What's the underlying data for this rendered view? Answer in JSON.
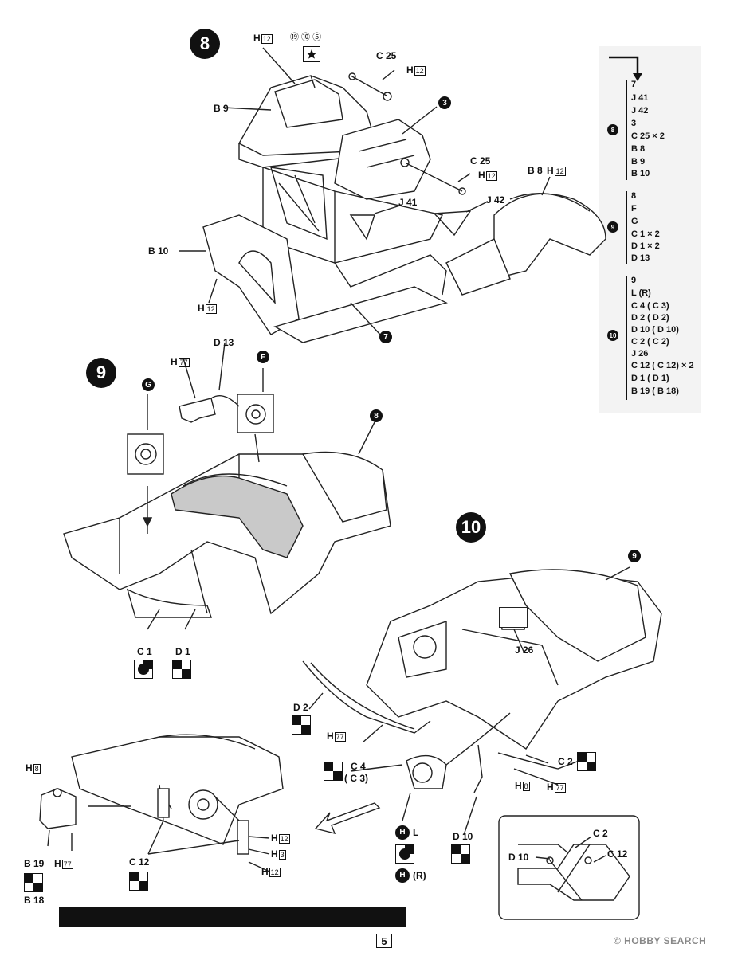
{
  "steps": {
    "s8": "8",
    "s9": "9",
    "s10": "10"
  },
  "step8": {
    "h12_top": "12",
    "paint_codes": "⑲ ⑩ ⑤",
    "c25_a": "C 25",
    "c25_b": "C 25",
    "b9": "B 9",
    "b8": "B 8",
    "b10": "B 10",
    "j41": "J 41",
    "j42": "J 42",
    "ref3": "3",
    "ref7": "7",
    "h12_labels": [
      "12",
      "12",
      "12",
      "12",
      "12"
    ]
  },
  "step9": {
    "d13": "D 13",
    "h77": "77",
    "refG": "G",
    "refF": "F",
    "ref8": "8",
    "c1": "C 1",
    "d1": "D 1"
  },
  "step10": {
    "ref9": "9",
    "j26": "J 26",
    "d2": "D 2",
    "h77a": "77",
    "c4": "C 4",
    "c3": "( C 3)",
    "c2": "C 2",
    "h8a": "8",
    "h77b": "77",
    "hl": "L",
    "hr": "(R)",
    "d10": "D 10",
    "h8b": "8",
    "b19": "B 19",
    "b18": "B 18",
    "h77c": "77",
    "c12": "C 12",
    "h12a": "12",
    "h3": "3",
    "h12b": "12",
    "detail_c2": "C 2",
    "detail_d10": "D 10",
    "detail_c12": "C 12"
  },
  "side": {
    "g8": {
      "step": "8",
      "items": [
        "7",
        "J 41",
        "J 42",
        "3",
        "C 25 × 2",
        "B 8",
        "B 9",
        "B 10"
      ]
    },
    "g9": {
      "step": "9",
      "items": [
        "8",
        "F",
        "G",
        "C 1 × 2",
        "D 1 × 2",
        "D 13"
      ]
    },
    "g10": {
      "step": "10",
      "items": [
        "9",
        "L    (R)",
        "C 4 ( C 3)",
        "D 2 ( D 2)",
        "D 10 ( D 10)",
        "C 2 ( C 2)",
        "J 26",
        "C 12 ( C 12) × 2",
        "D 1 ( D 1)",
        "B 19 ( B 18)"
      ]
    }
  },
  "footer": {
    "page": "5",
    "watermark": "© HOBBY SEARCH"
  }
}
